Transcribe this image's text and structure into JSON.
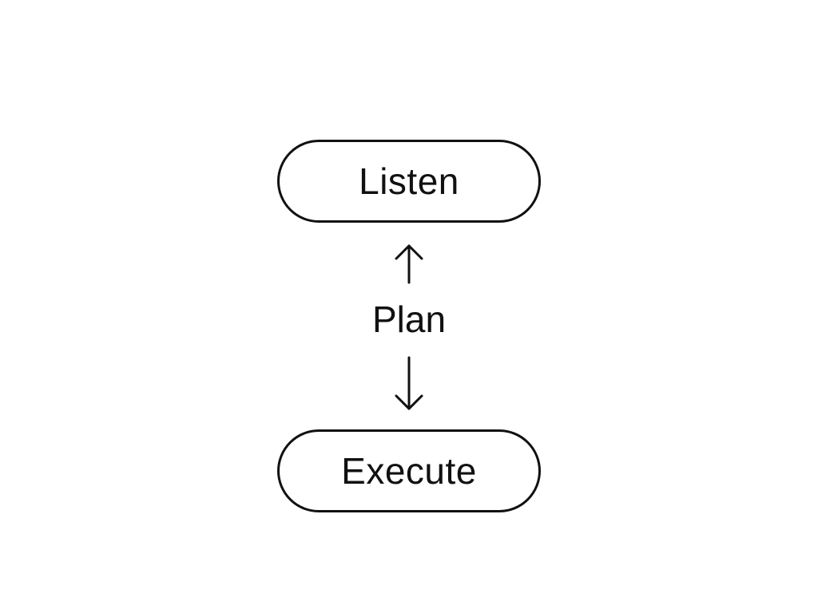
{
  "nodes": {
    "top": {
      "label": "Listen"
    },
    "middle": {
      "label": "Plan"
    },
    "bottom": {
      "label": "Execute"
    }
  },
  "edges": [
    {
      "from": "middle",
      "to": "top",
      "direction": "up"
    },
    {
      "from": "middle",
      "to": "bottom",
      "direction": "down"
    }
  ],
  "colors": {
    "stroke": "#111111",
    "background": "#ffffff"
  }
}
